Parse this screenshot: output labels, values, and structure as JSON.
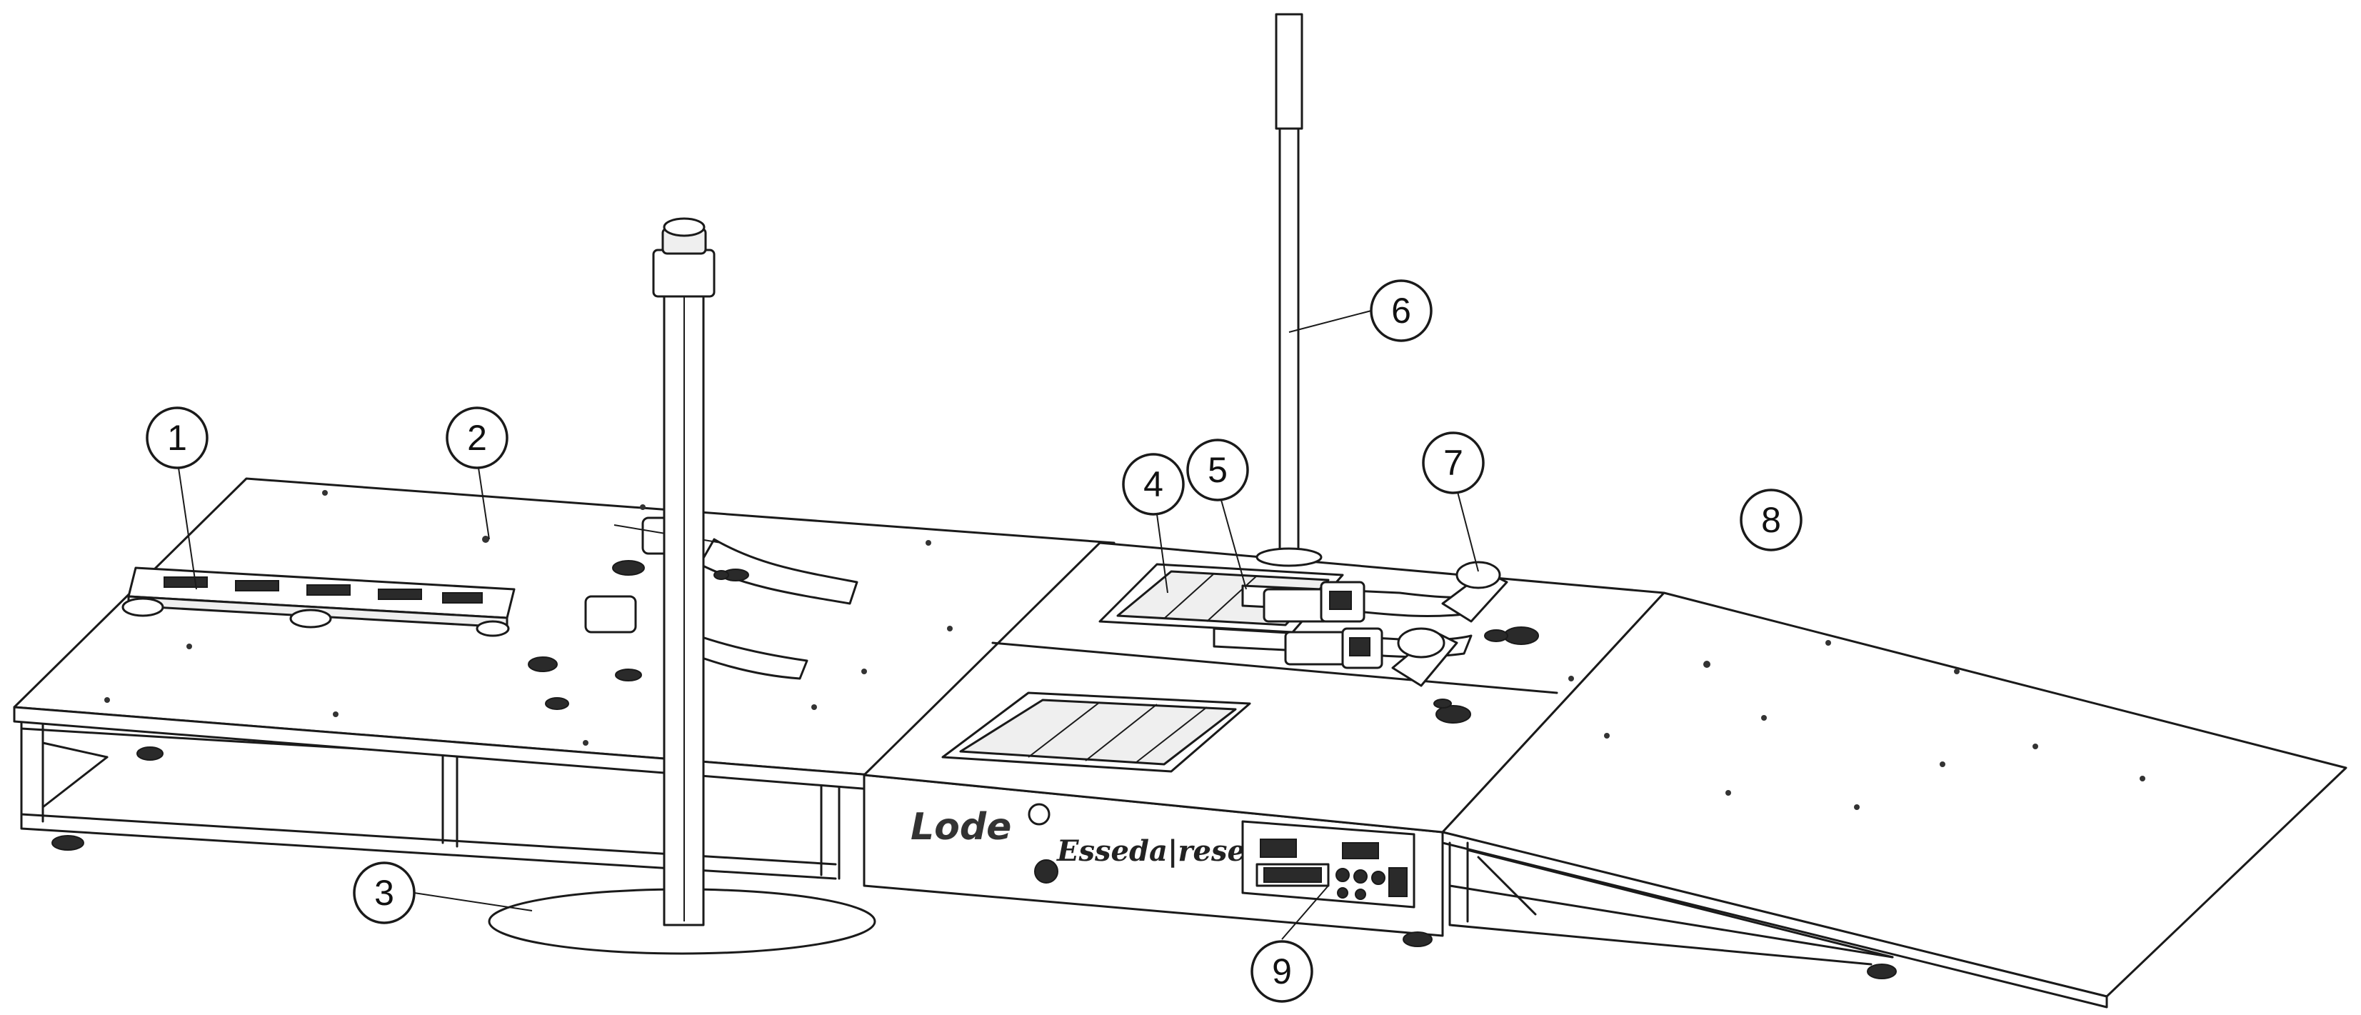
{
  "brand": {
    "logo": "Lode",
    "maker": "Esseda|research"
  },
  "callouts": [
    {
      "id": "callout-1",
      "label": "1"
    },
    {
      "id": "callout-2",
      "label": "2"
    },
    {
      "id": "callout-3",
      "label": "3"
    },
    {
      "id": "callout-4",
      "label": "4"
    },
    {
      "id": "callout-5",
      "label": "5"
    },
    {
      "id": "callout-6",
      "label": "6"
    },
    {
      "id": "callout-7",
      "label": "7"
    },
    {
      "id": "callout-8",
      "label": "8"
    },
    {
      "id": "callout-9",
      "label": "9"
    }
  ]
}
